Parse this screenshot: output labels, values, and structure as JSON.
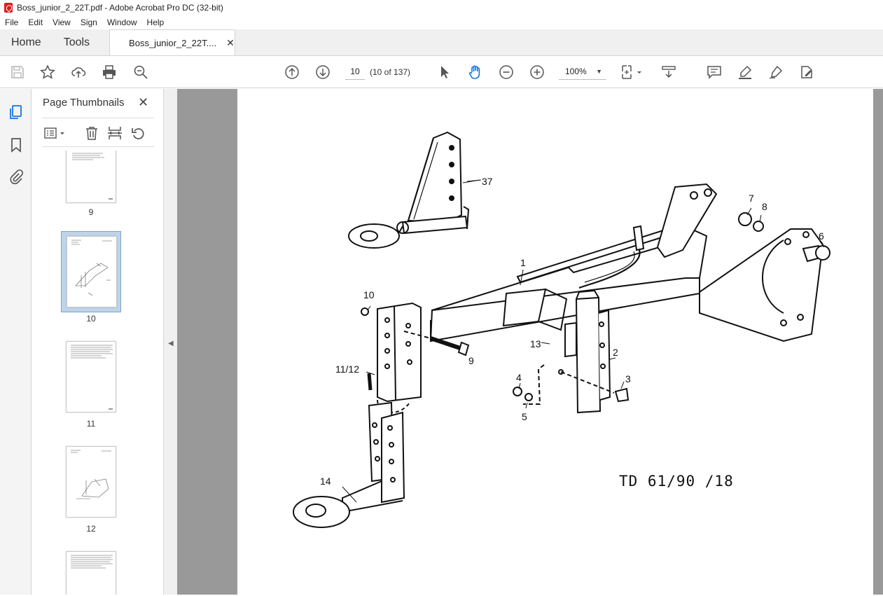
{
  "window": {
    "title": "Boss_junior_2_22T.pdf - Adobe Acrobat Pro DC (32-bit)"
  },
  "menu": [
    "File",
    "Edit",
    "View",
    "Sign",
    "Window",
    "Help"
  ],
  "tabs": {
    "home": "Home",
    "tools": "Tools",
    "document": "Boss_junior_2_22T....",
    "close": "✕"
  },
  "toolbar": {
    "page_input": "10",
    "page_count": "(10 of 137)",
    "zoom": "100%",
    "icons": [
      "save-icon",
      "bookmark-star-icon",
      "upload-icon",
      "print-icon",
      "zoom-search-icon",
      "prev-page-icon",
      "next-page-icon",
      "select-arrow-icon",
      "hand-tool-icon",
      "zoom-out-icon",
      "zoom-in-icon",
      "fit-page-icon",
      "scroll-mode-icon",
      "comment-icon",
      "highlight-icon",
      "sign-icon",
      "fill-sign-icon"
    ]
  },
  "panel": {
    "title": "Page Thumbnails",
    "close": "✕",
    "thumbnails": [
      {
        "label": "9",
        "selected": false
      },
      {
        "label": "10",
        "selected": true
      },
      {
        "label": "11",
        "selected": false
      },
      {
        "label": "12",
        "selected": false
      },
      {
        "label": "",
        "selected": false
      }
    ]
  },
  "drawing": {
    "code": "TD  61/90 /18",
    "callouts": [
      "37",
      "1",
      "7",
      "8",
      "6",
      "10",
      "13",
      "2",
      "9",
      "11/12",
      "4",
      "3",
      "5",
      "14"
    ]
  },
  "colors": {
    "accent": "#1473e6",
    "doc_background": "#999999",
    "selection": "#bfd4ea"
  }
}
